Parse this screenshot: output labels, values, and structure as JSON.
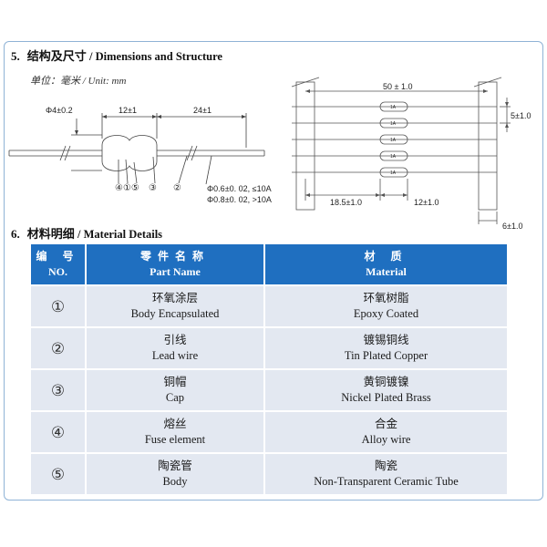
{
  "section5": {
    "number": "5.",
    "title_zh": "结构及尺寸",
    "title_en": "/ Dimensions and Structure",
    "units": "单位：毫米 / Unit: mm"
  },
  "diagram": {
    "dim_dia": "Φ4±0.2",
    "dim_body": "12±1",
    "dim_lead": "24±1",
    "spec_line1": "Φ0.6±0. 02, ≤10A",
    "spec_line2": "Φ0.8±0. 02, >10A",
    "callout_group": "④①⑤",
    "callout_cap": "③",
    "callout_wire": "②",
    "tape_pitch_total": "50 ± 1.0",
    "tape_pitch": "5±1.0",
    "tape_left": "18.5±1.0",
    "tape_body": "12±1.0",
    "tape_offset": "6±1.0",
    "fuse_mark": "1A"
  },
  "section6": {
    "number": "6.",
    "title_zh": "材料明细",
    "title_en": "/ Material Details"
  },
  "table": {
    "headers": [
      {
        "zh": "编  号",
        "en": "NO."
      },
      {
        "zh": "零件名称",
        "en": "Part Name"
      },
      {
        "zh": "材  质",
        "en": "Material"
      }
    ],
    "rows": [
      {
        "no": "①",
        "part_zh": "环氧涂层",
        "part_en": "Body Encapsulated",
        "mat_zh": "环氧树脂",
        "mat_en": "Epoxy Coated"
      },
      {
        "no": "②",
        "part_zh": "引线",
        "part_en": "Lead wire",
        "mat_zh": "镀锡铜线",
        "mat_en": "Tin Plated Copper"
      },
      {
        "no": "③",
        "part_zh": "铜帽",
        "part_en": "Cap",
        "mat_zh": "黄铜镀镍",
        "mat_en": "Nickel Plated Brass"
      },
      {
        "no": "④",
        "part_zh": "熔丝",
        "part_en": "Fuse element",
        "mat_zh": "合金",
        "mat_en": "Alloy wire"
      },
      {
        "no": "⑤",
        "part_zh": "陶瓷管",
        "part_en": "Body",
        "mat_zh": "陶瓷",
        "mat_en": "Non-Transparent Ceramic Tube"
      }
    ]
  }
}
